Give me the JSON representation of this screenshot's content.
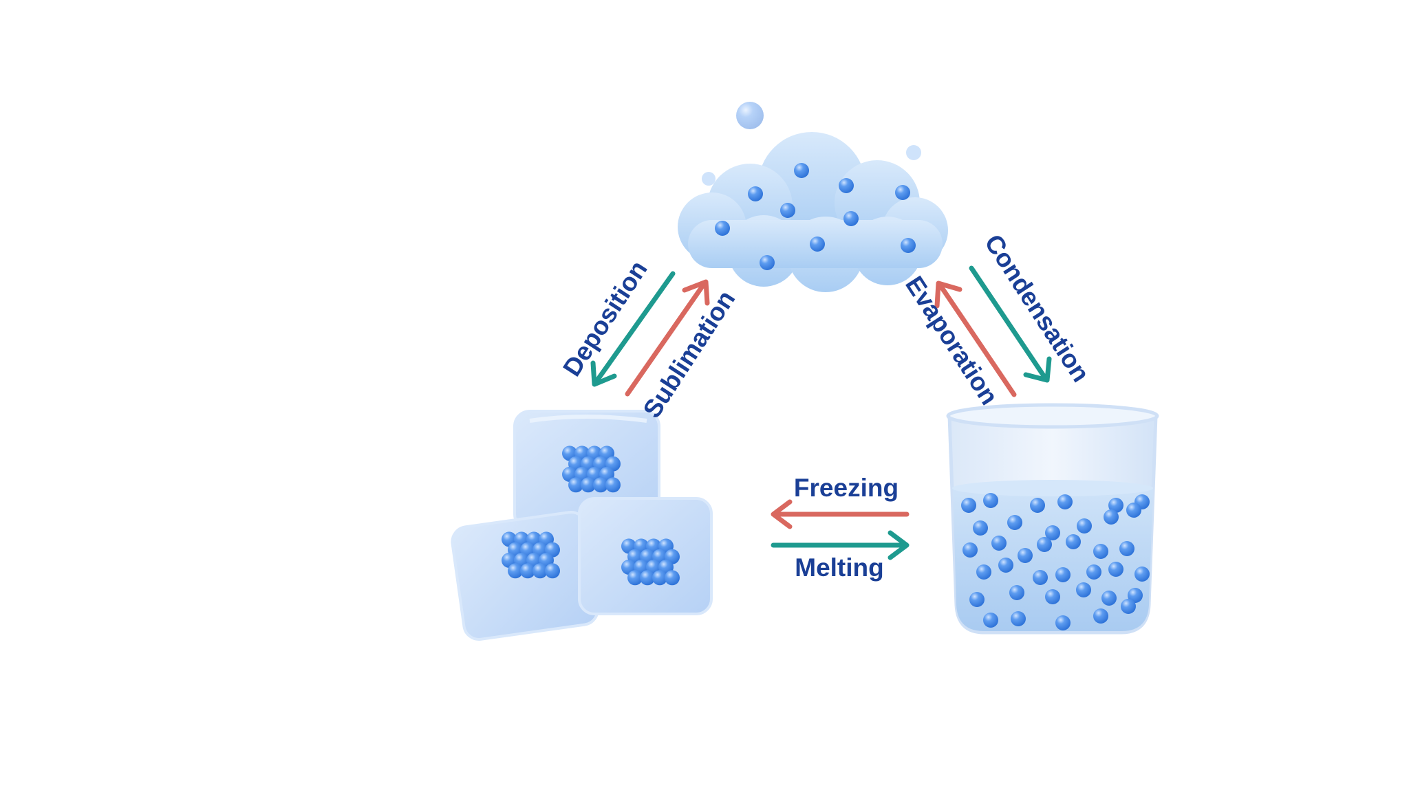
{
  "colors": {
    "label": "#1a3f96",
    "warm_arrow": "#d9685f",
    "cool_arrow": "#1e9a8f",
    "particle": "#3f86e6",
    "particle_light": "#a8ccff",
    "cloud": "#bcd9f7",
    "ice": "#c6dcf8",
    "water": "#bad8f6",
    "glass": "#e4eefb"
  },
  "states": {
    "gas": {
      "icon": "cloud-icon"
    },
    "solid": {
      "icon": "ice-cubes-icon"
    },
    "liquid": {
      "icon": "beaker-icon"
    }
  },
  "transitions": {
    "deposition": {
      "label": "Deposition",
      "from": "gas",
      "to": "solid"
    },
    "sublimation": {
      "label": "Sublimation",
      "from": "solid",
      "to": "gas"
    },
    "condensation": {
      "label": "Condensation",
      "from": "gas",
      "to": "liquid"
    },
    "evaporation": {
      "label": "Evaporation",
      "from": "liquid",
      "to": "gas"
    },
    "freezing": {
      "label": "Freezing",
      "from": "liquid",
      "to": "solid"
    },
    "melting": {
      "label": "Melting",
      "from": "solid",
      "to": "liquid"
    }
  }
}
